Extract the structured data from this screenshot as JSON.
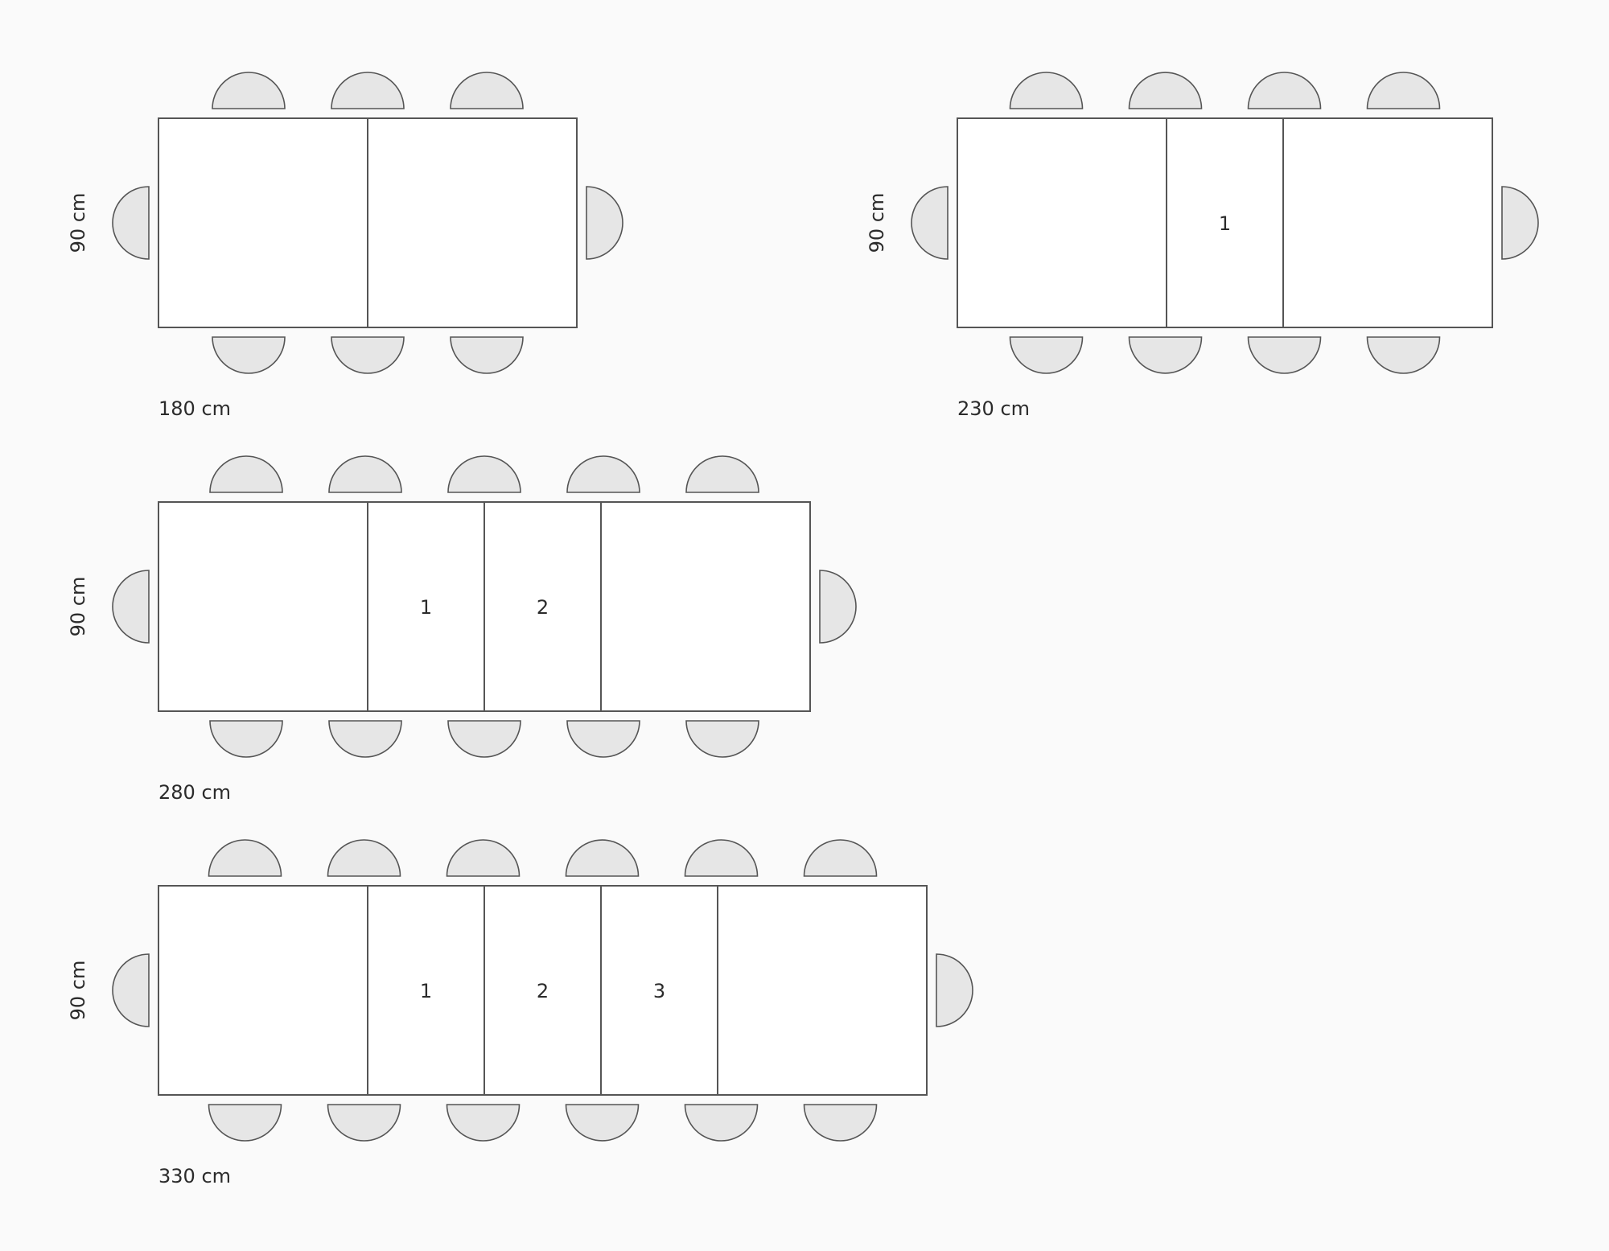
{
  "colors": {
    "background": "#fafafa",
    "table_fill": "#ffffff",
    "outline": "#555555",
    "chair_fill": "#e6e6e6",
    "text": "#2b2b2b"
  },
  "configurations": [
    {
      "length_label": "180 cm",
      "width_label": "90 cm",
      "leaves": [],
      "chairs_per_long_side": 3,
      "chairs_per_end": 1
    },
    {
      "length_label": "230 cm",
      "width_label": "90 cm",
      "leaves": [
        "1"
      ],
      "chairs_per_long_side": 4,
      "chairs_per_end": 1
    },
    {
      "length_label": "280 cm",
      "width_label": "90 cm",
      "leaves": [
        "1",
        "2"
      ],
      "chairs_per_long_side": 5,
      "chairs_per_end": 1
    },
    {
      "length_label": "330 cm",
      "width_label": "90 cm",
      "leaves": [
        "1",
        "2",
        "3"
      ],
      "chairs_per_long_side": 6,
      "chairs_per_end": 1
    }
  ]
}
